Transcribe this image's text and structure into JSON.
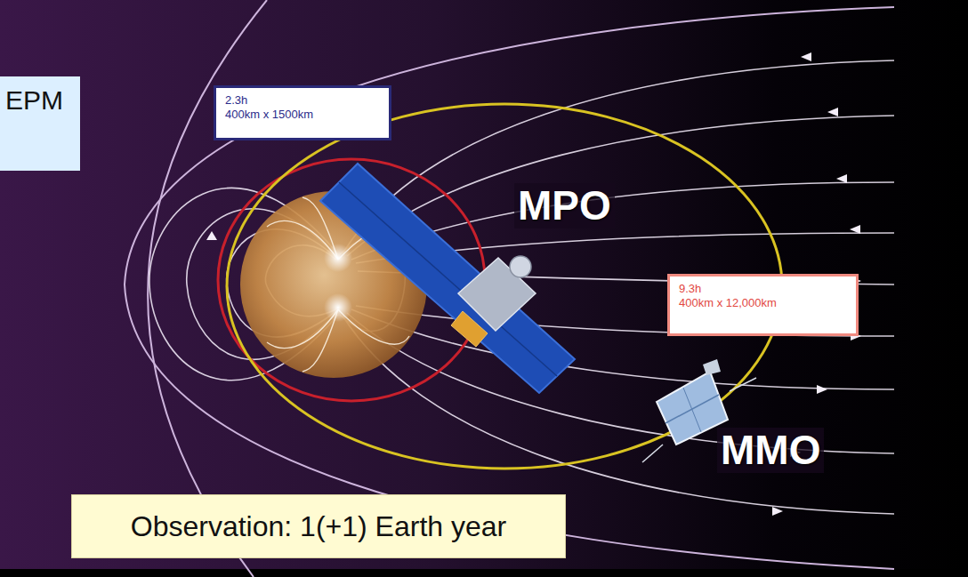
{
  "diagram": {
    "nodes": [
      {
        "text": [
          "EPM"
        ]
      },
      {
        "text": [
          "2.3h",
          "400km x 1500km"
        ]
      },
      {
        "text": [
          "9.3h",
          "400km x 12,000km"
        ]
      },
      {
        "text": [
          "Observation: 1(+1) Earth year"
        ]
      }
    ],
    "labels": [
      "MPO",
      "MMO"
    ]
  }
}
